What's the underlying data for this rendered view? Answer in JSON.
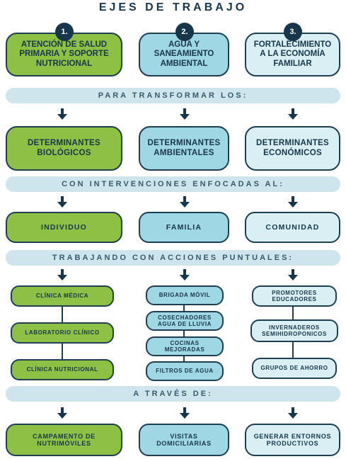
{
  "title": "EJES DE TRABAJO",
  "columns": [
    {
      "number": "1.",
      "header": "ATENCIÓN DE SALUD PRIMARIA Y SOPORTE NUTRICIONAL",
      "determinant": "DETERMINANTES BIOLÓGICOS",
      "level": "INDIVIDUO",
      "actions": [
        "CLÍNICA MÉDICA",
        "LABORATORIO CLÍNICO",
        "CLÍNICA NUTRICIONAL"
      ],
      "final": "CAMPAMENTO DE NUTRIMÓVILES"
    },
    {
      "number": "2.",
      "header": "AGUA Y SANEAMIENTO AMBIENTAL",
      "determinant": "DETERMINANTES AMBIENTALES",
      "level": "FAMILIA",
      "actions": [
        "BRIGADA MÓVIL",
        "COSECHADORES AGUA DE LLUVIA",
        "COCINAS MEJORADAS",
        "FILTROS DE AGUA"
      ],
      "final": "VISITAS DOMICILIARIAS"
    },
    {
      "number": "3.",
      "header": "FORTALECIMIENTO A LA ECONOMÍA FAMILIAR",
      "determinant": "DETERMINANTES ECONÓMICOS",
      "level": "COMUNIDAD",
      "actions": [
        "PROMOTORES EDUCADORES",
        "INVERNADEROS SEMIHIDROPONICOS",
        "GRUPOS DE AHORRO"
      ],
      "final": "GENERAR ENTORNOS PRODUCTIVOS"
    }
  ],
  "bands": {
    "transform": "PARA TRANSFORMAR LOS:",
    "interventions": "CON INTERVENCIONES ENFOCADAS AL:",
    "actions": "TRABAJANDO CON ACCIONES PUNTUALES:",
    "through": "A TRAVÉS DE:"
  },
  "colors": {
    "green": "#8dc045",
    "blue": "#9fd7e4",
    "pale": "#d9eff4",
    "navy": "#17364a",
    "band": "#cfe5ed"
  }
}
